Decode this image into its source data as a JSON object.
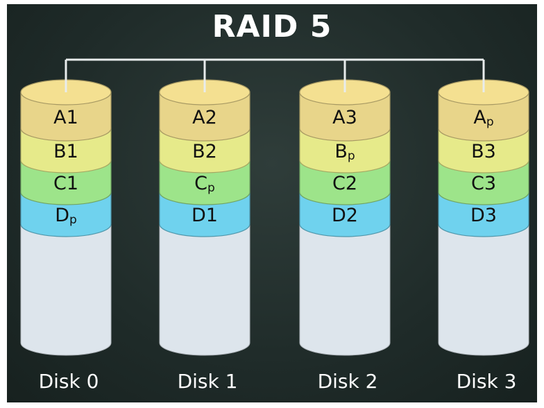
{
  "title": "RAID 5",
  "colors": {
    "background": "#1f2b29",
    "connector": "#e8ecec",
    "A": "#e8d58a",
    "B": "#e6ea8a",
    "C": "#9de48a",
    "D": "#6fd2ee",
    "empty": "#dde5ec"
  },
  "stripe_rows": [
    "A",
    "B",
    "C",
    "D"
  ],
  "disks": [
    {
      "label": "Disk 0",
      "blocks": [
        {
          "base": "A",
          "sub": "1"
        },
        {
          "base": "B",
          "sub": "1"
        },
        {
          "base": "C",
          "sub": "1"
        },
        {
          "base": "D",
          "sub": "p"
        }
      ]
    },
    {
      "label": "Disk 1",
      "blocks": [
        {
          "base": "A",
          "sub": "2"
        },
        {
          "base": "B",
          "sub": "2"
        },
        {
          "base": "C",
          "sub": "p"
        },
        {
          "base": "D",
          "sub": "1"
        }
      ]
    },
    {
      "label": "Disk 2",
      "blocks": [
        {
          "base": "A",
          "sub": "3"
        },
        {
          "base": "B",
          "sub": "p"
        },
        {
          "base": "C",
          "sub": "2"
        },
        {
          "base": "D",
          "sub": "2"
        }
      ]
    },
    {
      "label": "Disk 3",
      "blocks": [
        {
          "base": "A",
          "sub": "p"
        },
        {
          "base": "B",
          "sub": "3"
        },
        {
          "base": "C",
          "sub": "3"
        },
        {
          "base": "D",
          "sub": "3"
        }
      ]
    }
  ]
}
